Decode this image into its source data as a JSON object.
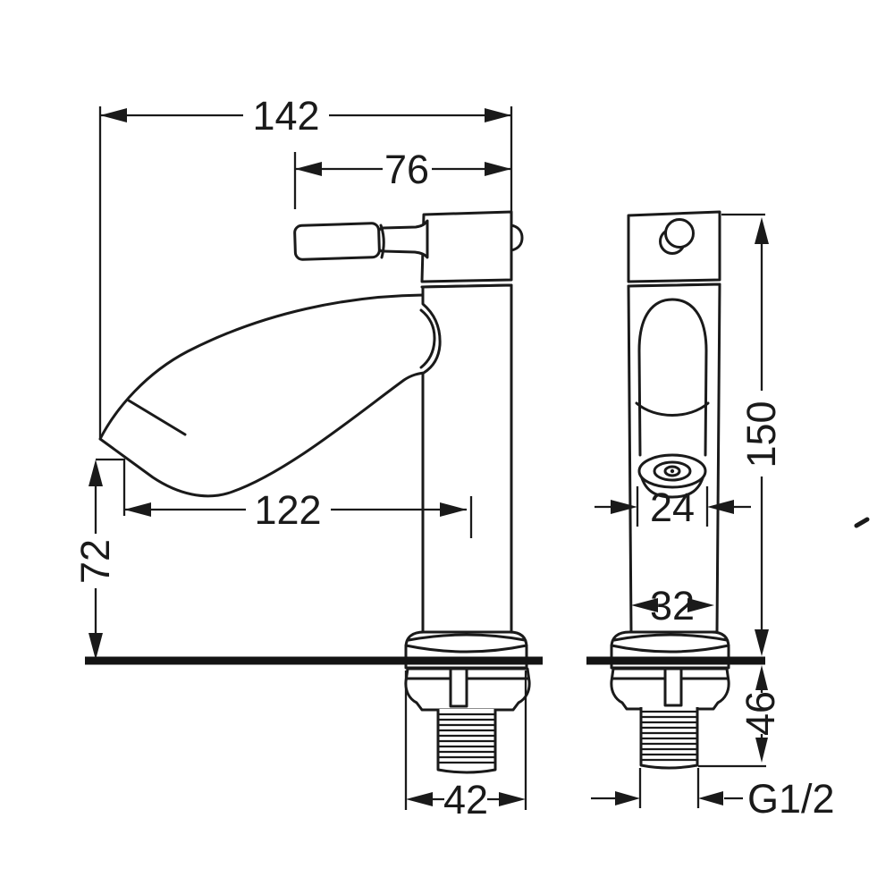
{
  "diagram": {
    "unit": "mm",
    "colors": {
      "line": "#1a1a1a",
      "countertop": "#141414",
      "background": "#ffffff"
    },
    "dimensions": {
      "overall_length": "142",
      "handle_length": "76",
      "spout_reach": "122",
      "outlet_height": "72",
      "total_height": "150",
      "spout_diameter": "24",
      "body_diameter": "32",
      "shank_depth": "46",
      "base_diameter": "42",
      "inlet_thread": "G1/2"
    }
  }
}
